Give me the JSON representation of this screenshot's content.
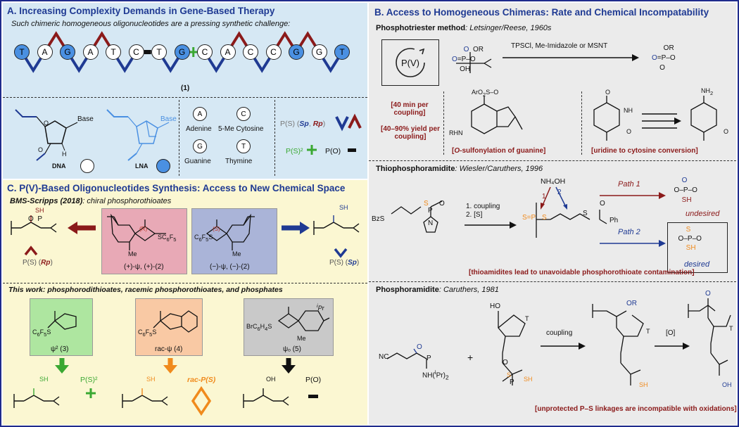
{
  "panelA": {
    "title": "A. Increasing Complexity Demands in Gene-Based Therapy",
    "subtitle": "Such chimeric homogeneous oligonucleotides are a pressing synthetic challenge:",
    "sequence": [
      "T",
      "A",
      "G",
      "A",
      "T",
      "C",
      "T",
      "G",
      "C",
      "A",
      "C",
      "C",
      "G",
      "G",
      "T"
    ],
    "compound_label": "(1)",
    "dna_label": "DNA",
    "lna_label": "LNA",
    "base_label": "Base",
    "bases": [
      {
        "letter": "A",
        "name": "Adenine"
      },
      {
        "letter": "C",
        "name": "5-Me Cytosine"
      },
      {
        "letter": "G",
        "name": "Guanine"
      },
      {
        "letter": "T",
        "name": "Thymine"
      }
    ],
    "legend_ps": "P(S) (",
    "legend_sp": "Sp",
    "legend_rp": "Rp",
    "legend_ps2": "P(S)²",
    "legend_po": "P(O)",
    "colors": {
      "lna": "#4a90e2",
      "rp": "#8b1a1a",
      "sp": "#1f3a93",
      "ps2": "#3aa832",
      "bg": "#d6e8f4"
    }
  },
  "panelB": {
    "title": "B. Access to Homogeneous Chimeras: Rate and Chemical Incompatability",
    "phosphotriester_label": "Phosphotriester method",
    "phosphotriester_ref": ": Letsinger/Reese, 1960s",
    "pv_label": "P(V)",
    "reagents": "TPSCl, Me-Imidazole or MSNT",
    "time_note": "[40 min per coupling]",
    "yield_note": "[40–90% yield per coupling]",
    "sulfonylation_note": "[O-sulfonylation of guanine]",
    "uridine_note": "[uridine to cytosine conversion]",
    "thiophos_label": "Thiophosphoramidite",
    "thiophos_ref": ": Wiesler/Caruthers, 1996",
    "coupling_steps": "1. coupling\n2. [S]",
    "nh4oh": "NH₄OH",
    "path1": "Path 1",
    "path2": "Path 2",
    "undesired": "undesired",
    "desired": "desired",
    "thioamidite_note": "[thioamidites lead to unavoidable phosphorothioate contamination]",
    "phosphoramidite_label": "Phosphoramidite",
    "phosphoramidite_ref": ": Caruthers, 1981",
    "coupling": "coupling",
    "oxidation": "[O]",
    "ps_note": "[unprotected P–S linkages are incompatible with oxidations]"
  },
  "panelC": {
    "title": "C. P(V)-Based Oligonucleotides Synthesis: Access to New Chemical Space",
    "bms_label": "BMS-Scripps (2018)",
    "bms_desc": ": chiral phosphorothioates",
    "psi_plus": "(+)-ψ, (+)-(2)",
    "psi_minus": "(−)-ψ, (−)-(2)",
    "rp_label": "P(S) (Rp)",
    "sp_label": "P(S) (Sp)",
    "this_work": "This work: phosphorodithioates, racemic phosphorothioates, and phosphates",
    "psi2": "ψ² (3)",
    "rac_psi": "rac-ψ (4)",
    "psi_o": "ψₒ (5)",
    "ps2": "P(S)²",
    "rac_ps": "rac-P(S)",
    "po": "P(O)",
    "colors": {
      "green": "#aee6a0",
      "orange": "#f9c9a4",
      "grey": "#c9c9c9",
      "pink": "#e8a9b6",
      "lavender": "#aab4d8",
      "bg": "#fbf7d2"
    }
  }
}
